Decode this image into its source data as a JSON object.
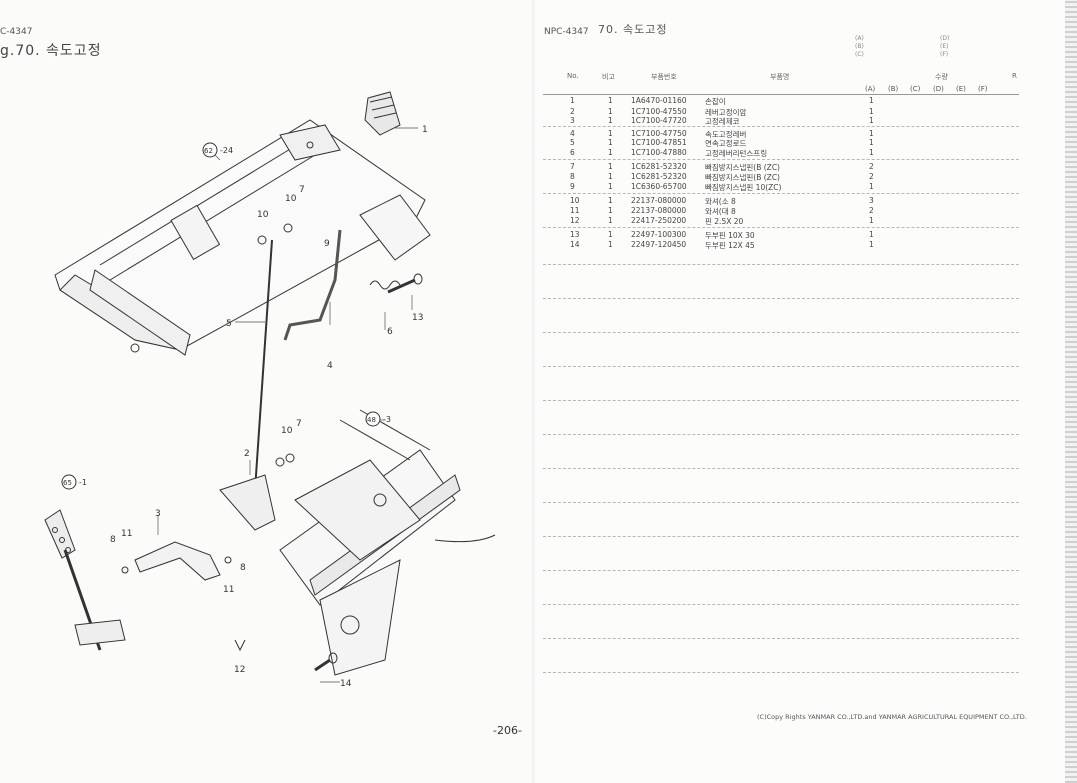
{
  "left_page": {
    "code": "C-4347",
    "title": "g.70.  속도고정",
    "page_number": "-206-",
    "callouts": {
      "c1": "1",
      "c2": "2",
      "c3": "3",
      "c4": "4",
      "c5": "5",
      "c6": "6",
      "c7a": "7",
      "c7b": "7",
      "c8a": "8",
      "c8b": "8",
      "c9": "9",
      "c10a": "10",
      "c10b": "10",
      "c10c": "10",
      "c11a": "11",
      "c11b": "11",
      "c12": "12",
      "c13": "13",
      "c14": "14",
      "ref62": "62",
      "ref62_suffix": "-24",
      "ref48": "48",
      "ref48_suffix": "-3",
      "ref65": "65",
      "ref65_suffix": "-1"
    }
  },
  "right_page": {
    "code": "NPC-4347",
    "title": "70.   속도고정",
    "model_labels": [
      "(A)",
      "(B)",
      "(C)"
    ],
    "model_labels2": [
      "(D)",
      "(E)",
      "(F)"
    ],
    "columns": {
      "no": "No.",
      "ref": "비고",
      "part_no": "부품번호",
      "part_name": "부품명",
      "qty": "수량",
      "r": "R"
    },
    "qty_columns": [
      "(A)",
      "(B)",
      "(C)",
      "(D)",
      "(E)",
      "(F)"
    ],
    "parts": [
      {
        "no": "1",
        "ref": "1",
        "part_no": "1A6470-01160",
        "name": "손잡이",
        "qty": "1"
      },
      {
        "no": "2",
        "ref": "1",
        "part_no": "1C7100-47550",
        "name": "레버고정이암",
        "qty": "1"
      },
      {
        "no": "3",
        "ref": "1",
        "part_no": "1C7100-47720",
        "name": "고정레제코",
        "qty": "1"
      },
      {
        "no": "4",
        "ref": "1",
        "part_no": "1C7100-47750",
        "name": "속도고정레버",
        "qty": "1"
      },
      {
        "no": "5",
        "ref": "1",
        "part_no": "1C7100-47851",
        "name": "연속고정로드",
        "qty": "1"
      },
      {
        "no": "6",
        "ref": "1",
        "part_no": "1C7100-47880",
        "name": "고정레버리턴스프링",
        "qty": "1"
      },
      {
        "no": "7",
        "ref": "1",
        "part_no": "1C6281-52320",
        "name": "빠짐방지스냅핀(B (ZC)",
        "qty": "2"
      },
      {
        "no": "8",
        "ref": "1",
        "part_no": "1C6281-52320",
        "name": "빠짐방지스냅핀(B (ZC)",
        "qty": "2"
      },
      {
        "no": "9",
        "ref": "1",
        "part_no": "1C6360-65700",
        "name": "빠짐방지스냅핀 10(ZC)",
        "qty": "1"
      },
      {
        "no": "10",
        "ref": "1",
        "part_no": "22137-080000",
        "name": "와셔(소 8",
        "qty": "3"
      },
      {
        "no": "11",
        "ref": "1",
        "part_no": "22137-080000",
        "name": "와셔(대 8",
        "qty": "2"
      },
      {
        "no": "12",
        "ref": "1",
        "part_no": "22417-250200",
        "name": "핀 2.5X 20",
        "qty": "1"
      },
      {
        "no": "13",
        "ref": "1",
        "part_no": "22497-100300",
        "name": "두부핀 10X 30",
        "qty": "1"
      },
      {
        "no": "14",
        "ref": "1",
        "part_no": "22497-120450",
        "name": "두부핀 12X 45",
        "qty": "1"
      }
    ],
    "copyright": "(C)Copy Rights YANMAR CO.,LTD.and YANMAR AGRICULTURAL EQUIPMENT CO.,LTD."
  }
}
